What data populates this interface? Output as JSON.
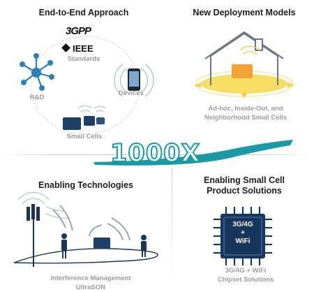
{
  "quadrants": {
    "top_left": {
      "title": "End-to-End Approach",
      "logo_3gpp": "3GPP",
      "logo_ieee": "IEEE",
      "standards": "Standards",
      "rnd": "R&D",
      "devices": "Devices",
      "small_cells": "Small Cells"
    },
    "top_right": {
      "title": "New Deployment Models",
      "caption_line1": "Ad-hoc, Inside-Out, and",
      "caption_line2": "Neighborhood Small Cells"
    },
    "bottom_left": {
      "title": "Enabling Technologies",
      "caption_line1": "Interference Management",
      "caption_line2": "UltraSON"
    },
    "bottom_right": {
      "title_line1": "Enabling Small Cell",
      "title_line2": "Product Solutions",
      "chip_line1": "3G/4G",
      "chip_line2": "+",
      "chip_line3": "WiFi",
      "caption_line1": "3G/4G + WiFi",
      "caption_line2": "Chipset Solutions"
    }
  },
  "center": {
    "headline": "1000X"
  },
  "colors": {
    "accent_teal": "#1b9aa6",
    "dark_navy": "#17365d",
    "orange": "#f3a23a",
    "yellow": "#f6d64a"
  }
}
